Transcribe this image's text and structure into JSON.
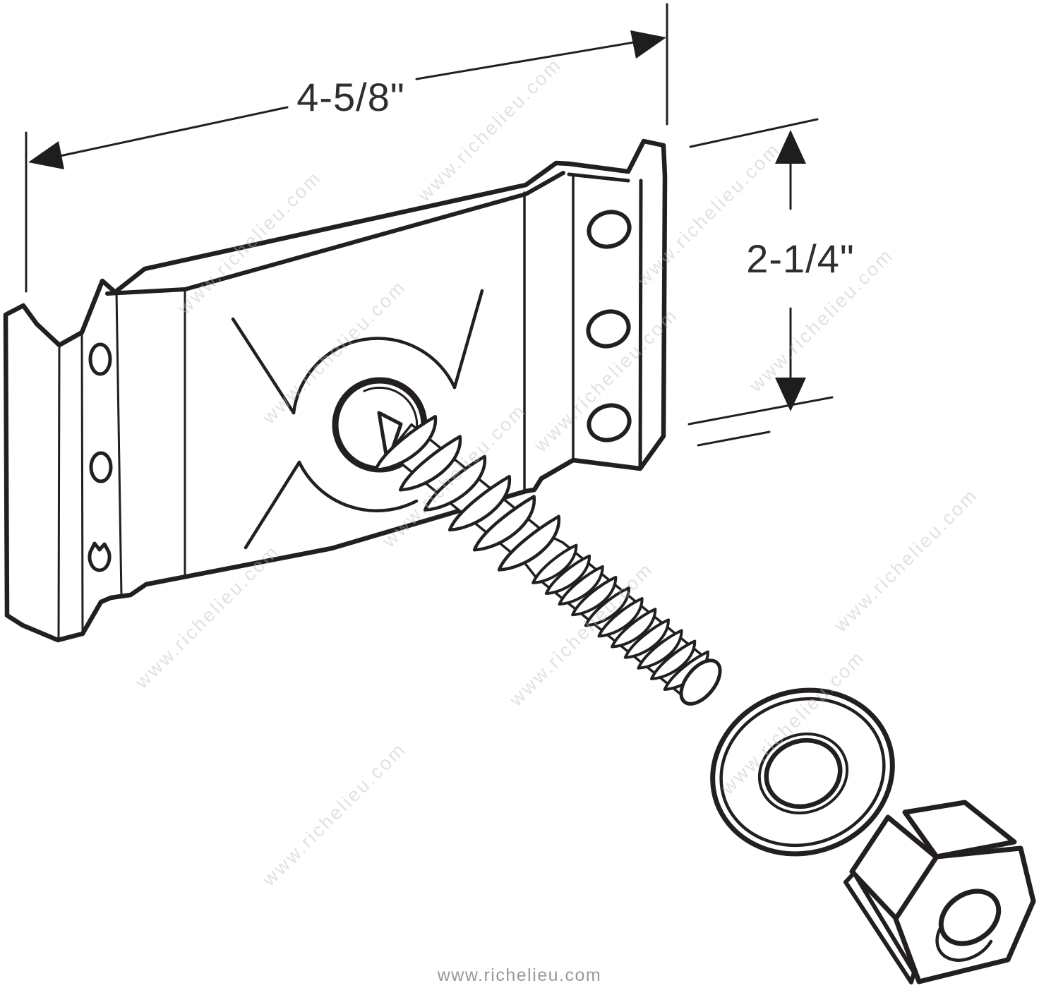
{
  "drawing": {
    "type": "isometric-technical-line-drawing",
    "parts": {
      "bracket": "corner-mounting-bracket",
      "bolt": "hanger-bolt",
      "washer": "flat-washer",
      "nut": "hex-nut"
    },
    "dimensions": {
      "width": {
        "label": "4-5/8\""
      },
      "height": {
        "label": "2-1/4\""
      }
    },
    "watermark": {
      "text": "www.richelieu.com"
    },
    "footer": {
      "text": "www.richelieu.com"
    },
    "colors": {
      "line": "#231f20",
      "dimension_text": "#2e2e2e",
      "watermark": "#c4c4c4",
      "footer_text": "#999999",
      "background": "#ffffff"
    }
  }
}
